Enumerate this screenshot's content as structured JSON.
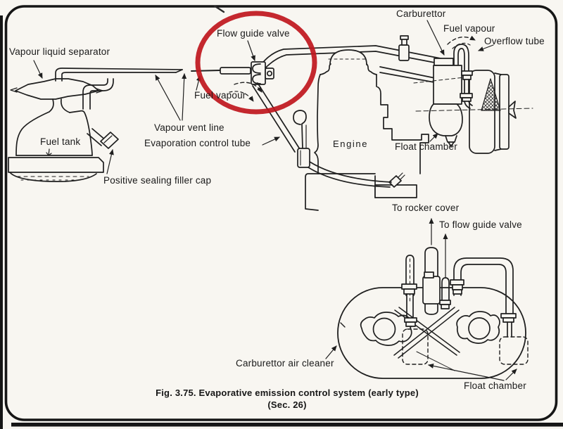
{
  "colors": {
    "ink": "#1f1f1f",
    "paper": "#f8f6f1",
    "highlight_red": "#bf161d"
  },
  "labels": {
    "vapour_liquid_separator": "Vapour liquid separator",
    "flow_guide_valve": "Flow guide valve",
    "carburettor": "Carburettor",
    "fuel_vapour_top": "Fuel vapour",
    "overflow_tube": "Overflow tube",
    "fuel_vapour_mid": "Fuel vapour",
    "vapour_vent_line": "Vapour vent line",
    "evaporation_control_tube": "Evaporation control tube",
    "fuel_tank": "Fuel tank",
    "positive_sealing_filler_cap": "Positive sealing filler cap",
    "engine": "Engine",
    "float_chamber_top": "Float chamber",
    "to_rocker_cover": "To rocker cover",
    "to_flow_guide_valve": "To flow guide valve",
    "carburettor_air_cleaner": "Carburettor air cleaner",
    "float_chamber_bottom": "Float chamber"
  },
  "caption": {
    "line1": "Fig. 3.75. Evaporative emission control system (early type)",
    "line2": "(Sec. 26)"
  }
}
